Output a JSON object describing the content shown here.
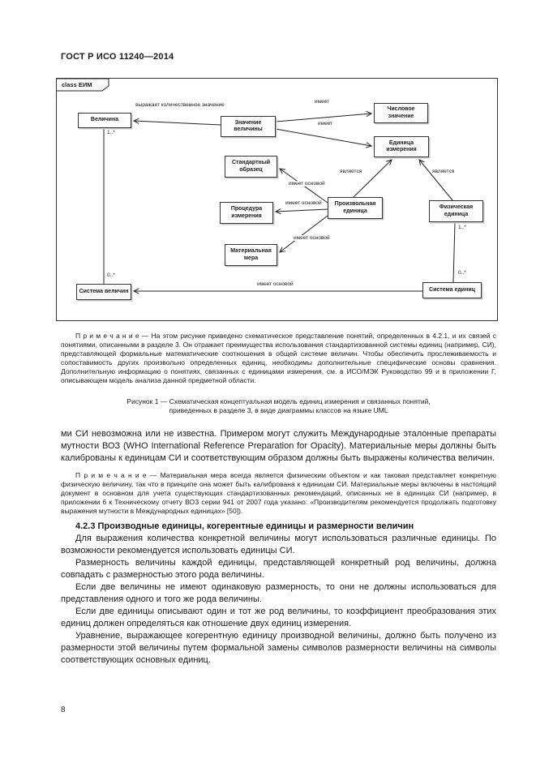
{
  "page": {
    "header": "ГОСТ Р ИСО 11240—2014",
    "page_number": "8"
  },
  "figure": {
    "frame_label": "class ЕИМ",
    "boxes": {
      "quantity": "Величина",
      "quantity_value": "Значение величины",
      "numerical_value": "Числовое значение",
      "unit_of_measurement": "Единица измерения",
      "standard_sample": "Стандартный образец",
      "measurement_procedure": "Процедура измерения",
      "arbitrary_unit": "Произвольная единица",
      "physical_unit": "Физическая единица",
      "material_measure": "Материальная мера",
      "system_of_quantities": "Система величин",
      "system_of_units": "Система единиц"
    },
    "edge_labels": {
      "expresses_quantitative_value": "выражает количественное значение",
      "has_1": "имеет",
      "has_2": "имеет",
      "is_1": "является",
      "is_2": "является",
      "has_basis_1": "имеет основой",
      "has_basis_2": "имеет основой",
      "has_basis_3": "имеет основой",
      "has_basis_4": "имеет основой",
      "mult_quantity": "1..*",
      "mult_system_quantities": "0..*",
      "mult_physical_unit": "1..*",
      "mult_system_units": "0..*"
    },
    "note": "П р и м е ч а н и е — На этом рисунке приведено схематическое представление понятий, определенных в 4.2.1, и их связей с понятиями, описанными в разделе 3. Он отражает преимущества использования стандартизованной системы единиц (например, СИ), представляющей формальные математические соотношения в общей системе величин. Чтобы обеспечить прослеживаемость и сопоставимость других произвольно определенных единиц, необходимы дополнительные специфические основы сравнения. Дополнительную информацию о понятиях, связанных с единицами измерения, см. в ИСО/МЭК Руководство 99 и в приложении Г, описывающем модель анализа данной предметной области.",
    "caption": "Рисунок 1 — Схематическая концептуальная модель единиц измерения и связанных понятий, приведенных в разделе 3, в виде диаграммы классов на языке UML"
  },
  "body": {
    "para_continuation": "ми СИ невозможна или не известна. Примером могут служить Международные эталонные препараты мутности ВОЗ (WHO International Reference Preparation for Opacity). Материальные меры должны быть калиброваны к единицам СИ и соответствующим образом должны быть выражены количества величин.",
    "note": "П р и м е ч а н и е — Материальная мера всегда является физическим объектом и как таковая представляет конкретную физическую величину, так что в принципе она может быть калибрована к единицам СИ. Материальные меры включены в настоящий документ в основном для учета существующих стандартизованных рекомендаций, описанных не в единицах СИ (например, в приложении 6 к Техническому отчету ВОЗ серии 941 от 2007 года указано: «Производителям рекомендуется продолжать подготовку выражения мутности в Международных единицах» [50]).",
    "section_heading": "4.2.3 Производные единицы, когерентные единицы и размерности величин",
    "para_1": "Для выражения количества конкретной величины могут использоваться различные единицы. По возможности рекомендуется использовать единицы СИ.",
    "para_2": "Размерность величины каждой единицы, представляющей конкретный род величины, должна совпадать с размерностью этого рода величины.",
    "para_3": "Если две величины не имеют одинаковую размерность, то они не должны использоваться для представления одного и того же рода величины.",
    "para_4": "Если две единицы описывают один и тот же род величины, то коэффициент преобразования этих единиц должен определяться как отношение двух единиц измерения.",
    "para_5": "Уравнение, выражающее когерентную единицу производной величины, должно быть получено из размерности этой величины путем формальной замены символов размерности величины на символы соответствующих основных единиц."
  }
}
